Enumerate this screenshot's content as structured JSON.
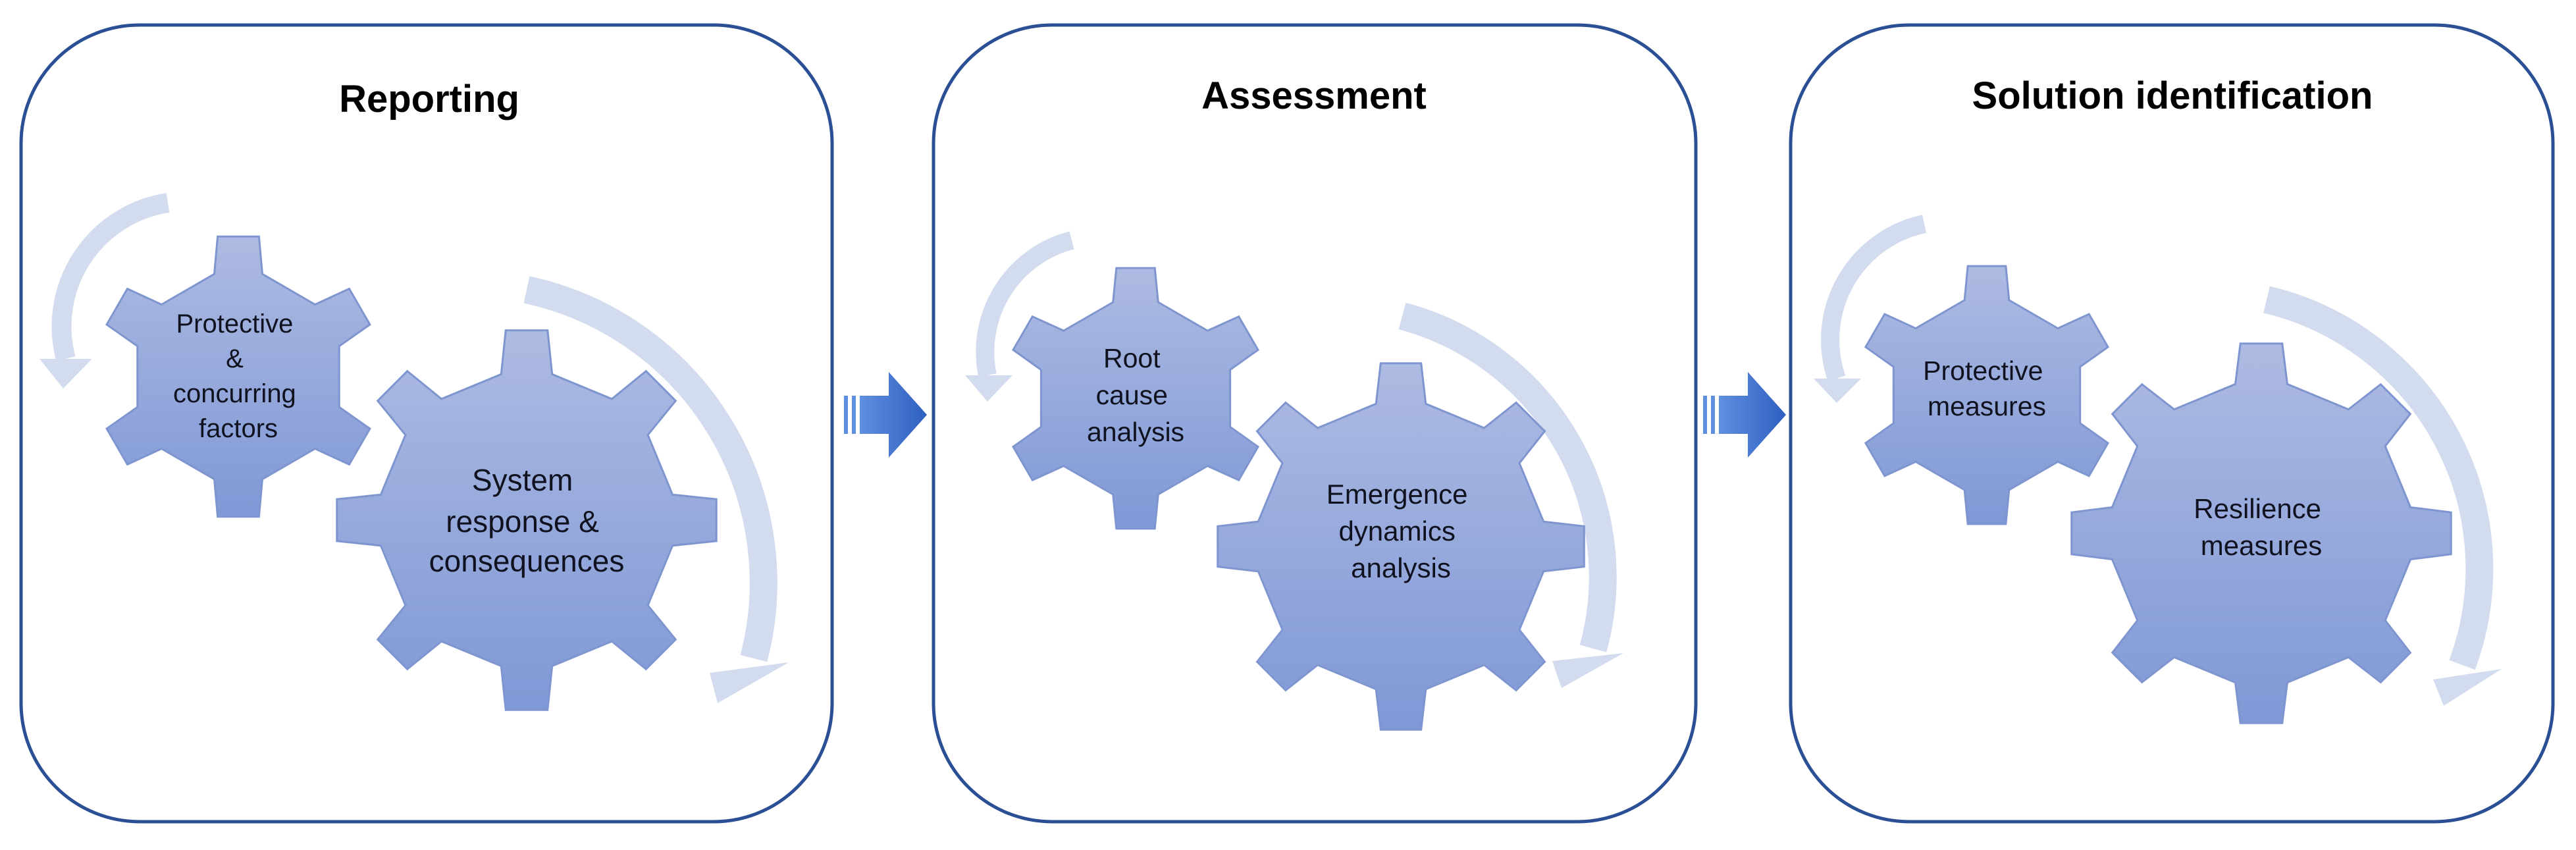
{
  "panels": [
    {
      "title": "Reporting",
      "gears": [
        {
          "lines": [
            "Protective",
            "&",
            "concurring",
            "factors"
          ]
        },
        {
          "lines": [
            "System",
            "response &",
            "consequences"
          ]
        }
      ]
    },
    {
      "title": "Assessment",
      "gears": [
        {
          "lines": [
            "Root",
            "cause",
            "analysis"
          ]
        },
        {
          "lines": [
            "Emergence",
            "dynamics",
            "analysis"
          ]
        }
      ]
    },
    {
      "title": "Solution identification",
      "gears": [
        {
          "lines": [
            "Protective",
            "measures"
          ]
        },
        {
          "lines": [
            "Resilience",
            "measures"
          ]
        }
      ]
    }
  ],
  "colors": {
    "frame": "#2b4f94",
    "gear_top": "#aebbe2",
    "gear_bottom": "#7f98d6",
    "cycle_arrow": "#d3dcee",
    "flow_arrow": "#3a6fd0"
  },
  "icons": {
    "flow": "right-arrow-icon",
    "cycle": "circular-arrow-icon",
    "gear": "gear-icon"
  }
}
